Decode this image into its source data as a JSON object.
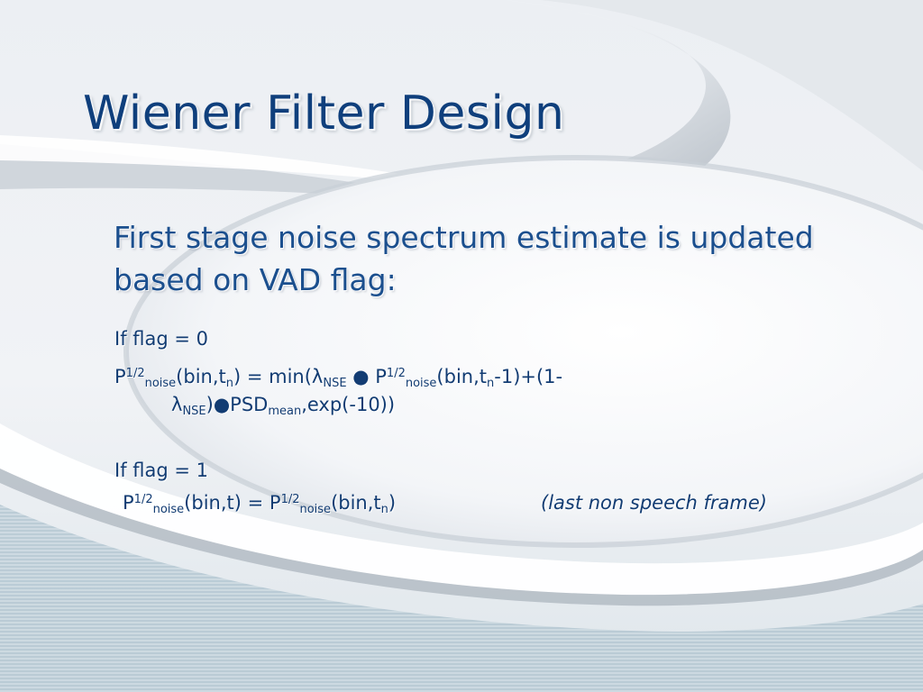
{
  "slide": {
    "title": "Wiener Filter Design",
    "heading": "First stage noise spectrum estimate is updated based on VAD flag:",
    "case0": {
      "condition": "If flag = 0",
      "equation_line1": [
        {
          "t": "P",
          "s": ""
        },
        {
          "t": "1/2",
          "s": "sup"
        },
        {
          "t": "noise",
          "s": "sub"
        },
        {
          "t": "(bin,t",
          "s": ""
        },
        {
          "t": "n",
          "s": "sub"
        },
        {
          "t": ") = min(λ",
          "s": ""
        },
        {
          "t": "NSE",
          "s": "sub"
        },
        {
          "t": " ● P",
          "s": ""
        },
        {
          "t": "1/2",
          "s": "sup"
        },
        {
          "t": "noise",
          "s": "sub"
        },
        {
          "t": "(bin,t",
          "s": ""
        },
        {
          "t": "n",
          "s": "sub"
        },
        {
          "t": "-1)+(1-",
          "s": ""
        }
      ],
      "equation_line2": [
        {
          "t": "λ",
          "s": ""
        },
        {
          "t": "NSE",
          "s": "sub"
        },
        {
          "t": ")●PSD",
          "s": ""
        },
        {
          "t": "mean",
          "s": "sub"
        },
        {
          "t": ",exp(-10))",
          "s": ""
        }
      ]
    },
    "case1": {
      "condition": "If flag = 1",
      "equation": [
        {
          "t": "P",
          "s": ""
        },
        {
          "t": "1/2",
          "s": "sup"
        },
        {
          "t": "noise",
          "s": "sub"
        },
        {
          "t": "(bin,t) = P",
          "s": ""
        },
        {
          "t": "1/2",
          "s": "sup"
        },
        {
          "t": "noise",
          "s": "sub"
        },
        {
          "t": "(bin,t",
          "s": ""
        },
        {
          "t": "n",
          "s": "sub"
        },
        {
          "t": ")",
          "s": ""
        }
      ],
      "note": "(last non speech frame)"
    }
  },
  "colors": {
    "title": "#0f3f7c",
    "text": "#123c73",
    "background_light": "#f4f6f9",
    "background_stripes": "#b9cad4"
  }
}
